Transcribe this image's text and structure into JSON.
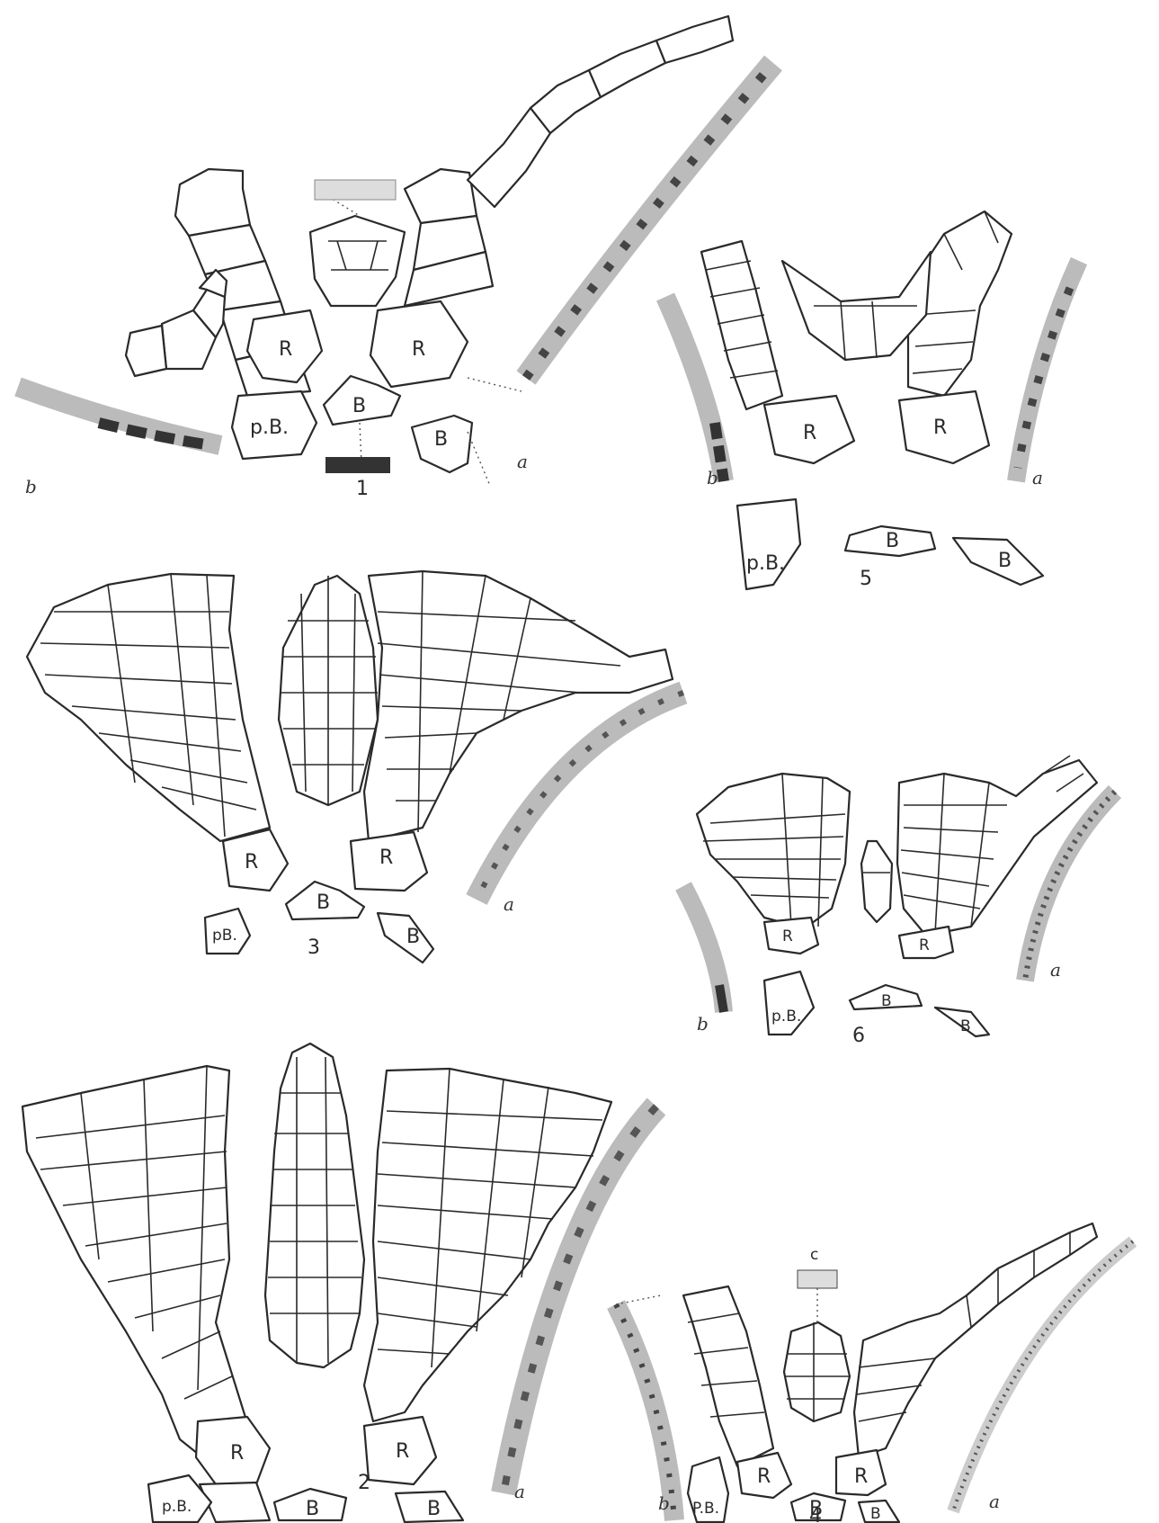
{
  "figures": {
    "fig1": {
      "number": "1",
      "radial_left": "R",
      "radial_right": "R",
      "basal_center": "B",
      "basal_right": "B",
      "posterior_basal": "p.B.",
      "stem_a": "a",
      "stem_b": "b"
    },
    "fig2": {
      "number": "2",
      "radial_left": "R",
      "radial_right": "R",
      "basal_center": "B",
      "basal_right": "B",
      "posterior_basal": "p.B.",
      "stem_a": "a"
    },
    "fig3": {
      "number": "3",
      "radial_left": "R",
      "radial_right": "R",
      "basal_center": "B",
      "basal_right": "B",
      "posterior_basal": "pB.",
      "stem_a": "a"
    },
    "fig4": {
      "number": "4",
      "radial_left": "R",
      "radial_right": "R",
      "basal_center": "B",
      "basal_right": "B",
      "posterior_basal": "P.B.",
      "stem_a": "a",
      "stem_b": "b",
      "stem_c": "c"
    },
    "fig5": {
      "number": "5",
      "radial_left": "R",
      "radial_right": "R",
      "basal_center": "B",
      "basal_right": "B",
      "posterior_basal": "p.B.",
      "stem_a": "a",
      "stem_b": "b"
    },
    "fig6": {
      "number": "6",
      "radial_left": "R",
      "radial_right": "R",
      "basal_center": "B",
      "basal_right": "B",
      "posterior_basal": "p.B.",
      "stem_a": "a",
      "stem_b": "b"
    }
  }
}
